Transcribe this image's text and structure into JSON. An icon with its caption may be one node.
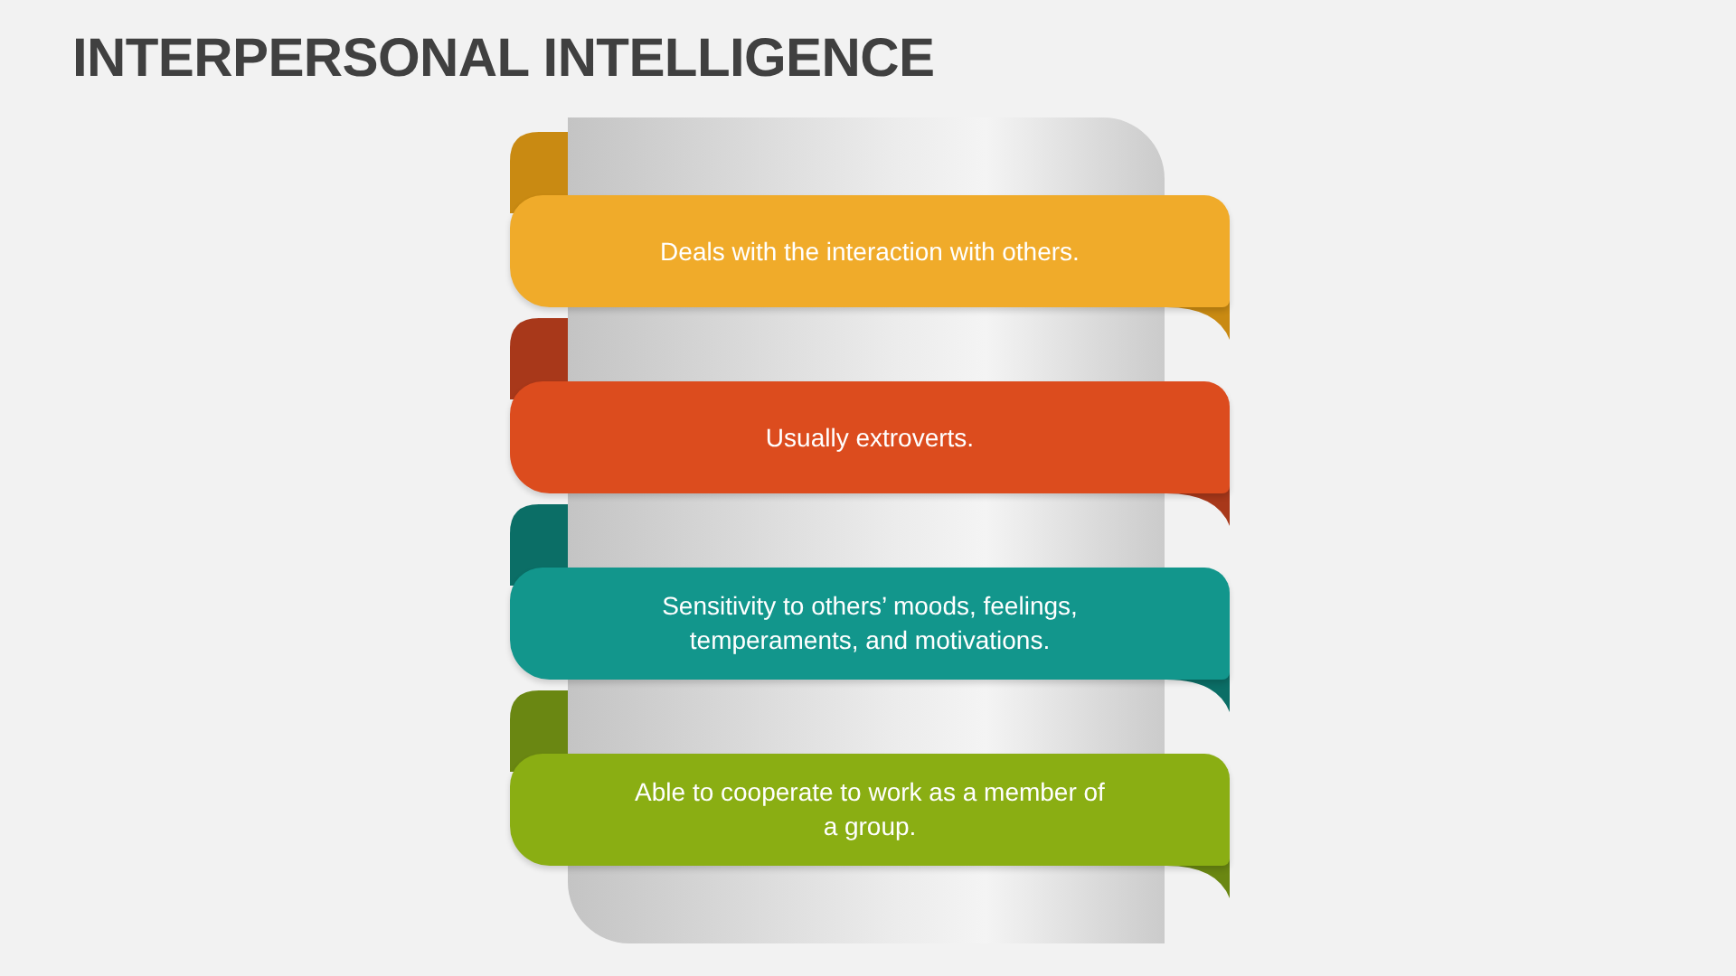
{
  "diagram": {
    "title": "INTERPERSONAL INTELLIGENCE",
    "nodes": [
      {
        "text": [
          "Deals with the interaction with others."
        ]
      },
      {
        "text": [
          "Usually extroverts."
        ]
      },
      {
        "text": [
          "Sensitivity to others’ moods, feelings, temperaments, and motivations."
        ]
      },
      {
        "text": [
          "Able to cooperate to work as a member of a group."
        ]
      }
    ]
  }
}
